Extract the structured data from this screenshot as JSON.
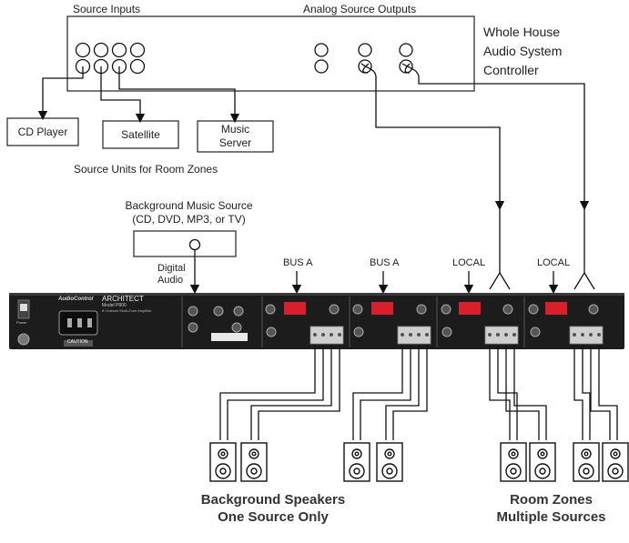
{
  "labels": {
    "source_inputs": "Source Inputs",
    "analog_source_outputs": "Analog Source Outputs",
    "controller_line1": "Whole House",
    "controller_line2": "Audio System",
    "controller_line3": "Controller",
    "cd_player": "CD Player",
    "satellite": "Satellite",
    "music_server_line1": "Music",
    "music_server_line2": "Server",
    "source_units": "Source Units for Room Zones",
    "bg_source_line1": "Background Music Source",
    "bg_source_line2": "(CD, DVD, MP3, or TV)",
    "digital_audio_line1": "Digital",
    "digital_audio_line2": "Audio",
    "bus_a_1": "BUS A",
    "bus_a_2": "BUS A",
    "local_1": "LOCAL",
    "local_2": "LOCAL"
  },
  "amp": {
    "brand": "AudioControl",
    "model": "ARCHITECT",
    "model_number": "Model P800",
    "subtitle": "8 Channel Multi-Zone Amplifier",
    "caution": "CAUTION",
    "power": "Power"
  },
  "captions": {
    "background_line1": "Background Speakers",
    "background_line2": "One Source Only",
    "rooms_line1": "Room Zones",
    "rooms_line2": "Multiple Sources"
  },
  "colors": {
    "amp_body": "#1c1c1c",
    "dip_switch": "#d9202a",
    "wire": "#111111"
  }
}
